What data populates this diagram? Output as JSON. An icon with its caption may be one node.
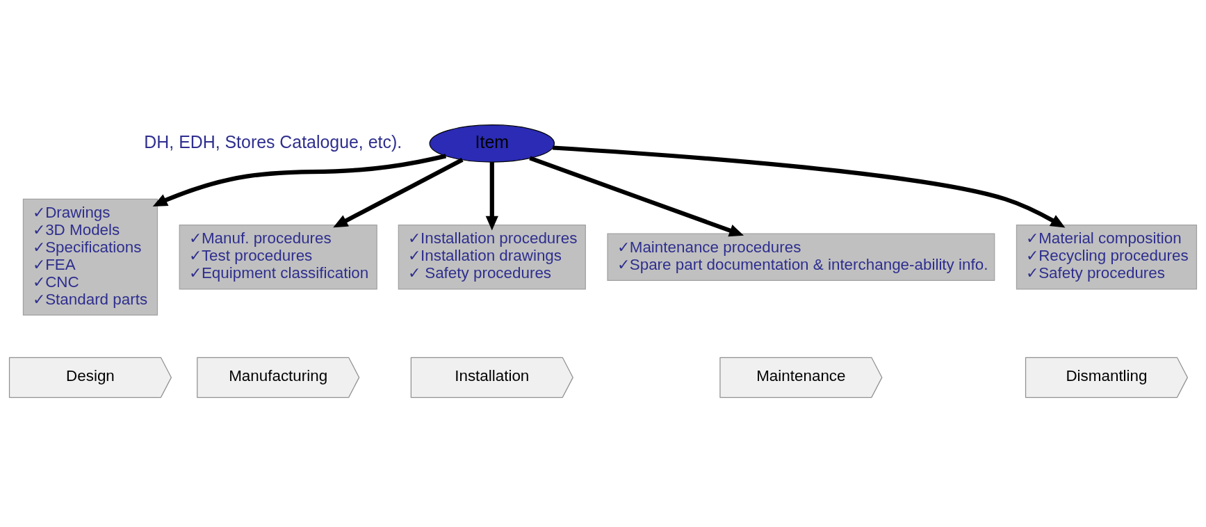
{
  "diagram": {
    "nodes": [
      {
        "text": [
          "Item"
        ]
      },
      {
        "text": [
          "✓Drawings",
          "✓3D Models",
          "✓Specifications",
          "✓FEA",
          "✓CNC",
          "✓Standard parts"
        ]
      },
      {
        "text": [
          "✓Manuf. procedures",
          "✓Test procedures",
          "✓Equipment classification"
        ]
      },
      {
        "text": [
          "✓Installation procedures",
          "✓Installation drawings",
          "✓ Safety procedures"
        ]
      },
      {
        "text": [
          "✓Maintenance procedures",
          "✓Spare part documentation & interchange-ability info."
        ]
      },
      {
        "text": [
          "✓Material composition",
          "✓Recycling procedures",
          "✓Safety procedures"
        ]
      },
      {
        "text": [
          "Design"
        ]
      },
      {
        "text": [
          "Manufacturing"
        ]
      },
      {
        "text": [
          "Installation"
        ]
      },
      {
        "text": [
          "Maintenance"
        ]
      },
      {
        "text": [
          "Dismantling"
        ]
      }
    ],
    "edges": [
      {
        "from": 0,
        "to": 1,
        "arrow": "to"
      },
      {
        "from": 0,
        "to": 2,
        "arrow": "to"
      },
      {
        "from": 0,
        "to": 3,
        "arrow": "to"
      },
      {
        "from": 0,
        "to": 4,
        "arrow": "to"
      },
      {
        "from": 0,
        "to": 5,
        "arrow": "to"
      }
    ],
    "labels": [
      "DH, EDH, Stores Catalogue, etc)."
    ]
  }
}
